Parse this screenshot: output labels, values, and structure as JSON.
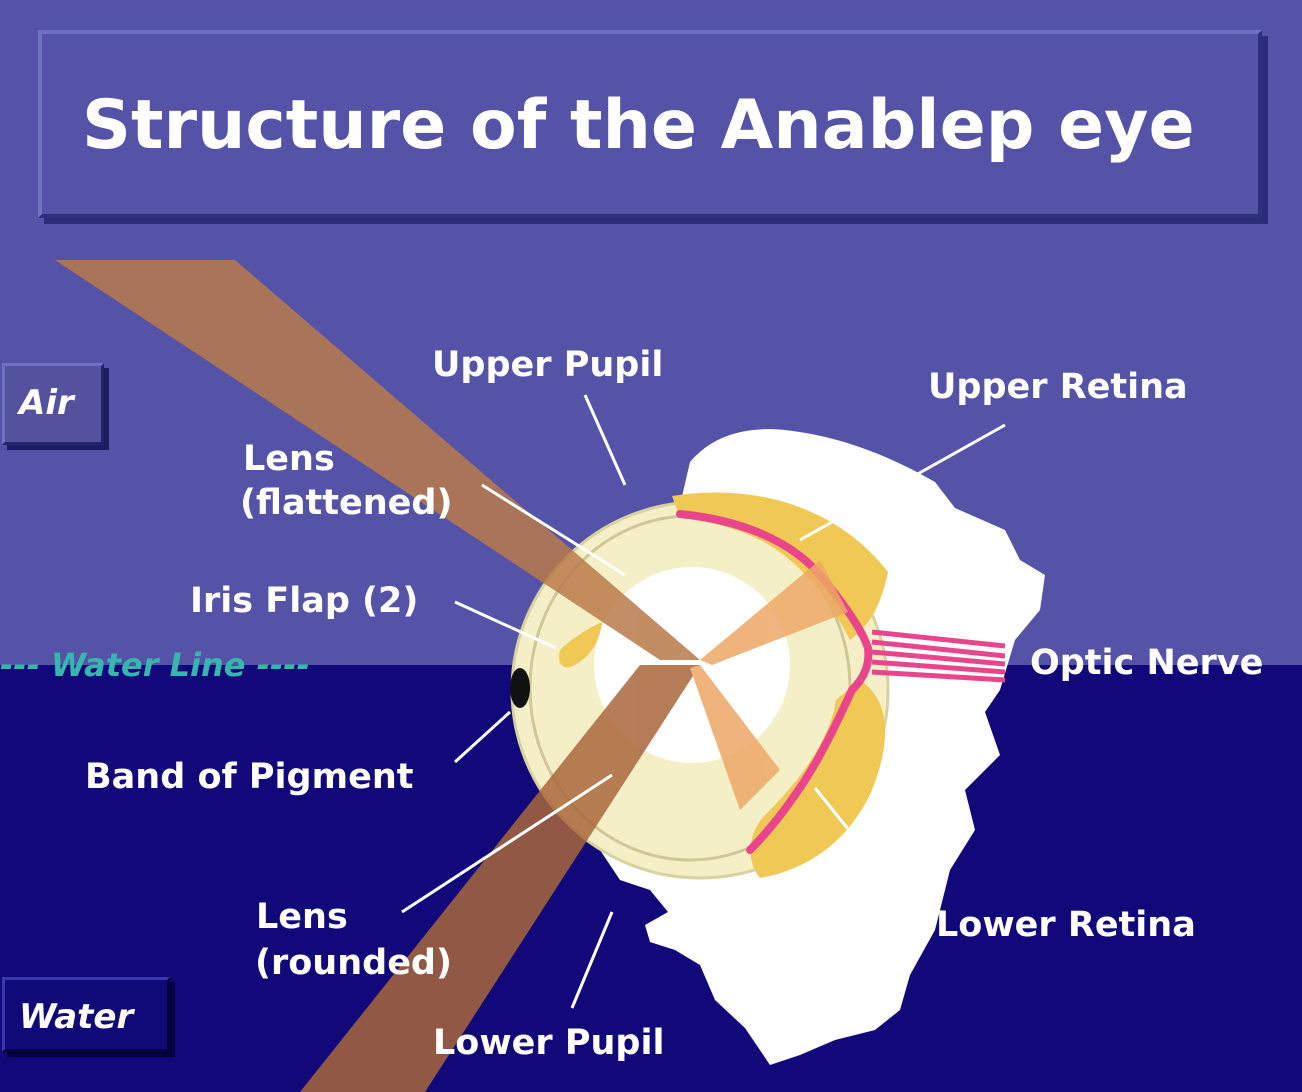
{
  "title": "Structure of the Anablep eye",
  "buttons": {
    "air": "Air",
    "water": "Water"
  },
  "water_line": "--- Water Line ----",
  "labels": {
    "upper_pupil": "Upper Pupil",
    "upper_retina": "Upper Retina",
    "lens_flattened_1": "Lens",
    "lens_flattened_2": "(flattened)",
    "iris_flap": "Iris Flap (2)",
    "optic_nerve": "Optic Nerve",
    "band_of_pigment": "Band of Pigment",
    "lens_rounded_1": "Lens",
    "lens_rounded_2": "(rounded)",
    "lower_retina": "Lower Retina",
    "lower_pupil": "Lower Pupil"
  },
  "colors": {
    "air": "#5553a8",
    "water": "#11087a",
    "beam": "#b97a4a",
    "sclera": "#f5efc8",
    "retina": "#f0c954",
    "nerve": "#e8458c",
    "text": "#ffffff",
    "water_line": "#37b6ad"
  }
}
